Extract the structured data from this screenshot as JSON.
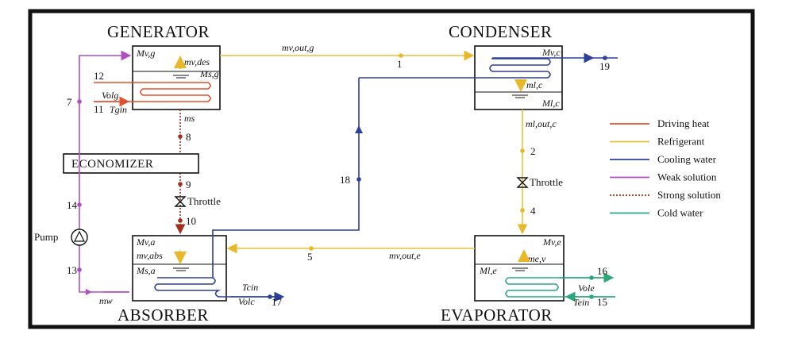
{
  "titles": {
    "generator": "GENERATOR",
    "condenser": "CONDENSER",
    "absorber": "ABSORBER",
    "evaporator": "EVAPORATOR",
    "economizer": "ECONOMIZER"
  },
  "components": {
    "pump": "Pump",
    "throttle": "Throttle"
  },
  "state_points": [
    "1",
    "2",
    "4",
    "5",
    "7",
    "8",
    "9",
    "10",
    "11",
    "12",
    "13",
    "14",
    "15",
    "16",
    "17",
    "18",
    "19"
  ],
  "symbols": {
    "mv_g": "Mv,g",
    "mv_des": "mv,des",
    "ms_g": "Ms,g",
    "vol_g": "Volg",
    "t_gin": "Tgin",
    "ms": "ms",
    "mv_out_g": "mv,out,g",
    "mv_c": "Mv,c",
    "ml_c": "ml,c",
    "Ml_c": "Ml,c",
    "ml_out_c": "ml,out,c",
    "mv_a": "Mv,a",
    "mv_abs": "mv,abs",
    "ms_a": "Ms,a",
    "mw": "mw",
    "t_cin": "Tcin",
    "vol_c": "Volc",
    "mv_out_e": "mv,out,e",
    "mv_e": "Mv,e",
    "me_v": "me,v",
    "ml_e": "Ml,e",
    "vol_e": "Vole",
    "t_ein": "Tein"
  },
  "legend": [
    {
      "label": "Driving heat",
      "color": "#e0502a",
      "dashed": false
    },
    {
      "label": "Refrigerant",
      "color": "#e8c13a",
      "dashed": false
    },
    {
      "label": "Cooling water",
      "color": "#2c3f9a",
      "dashed": false
    },
    {
      "label": "Weak solution",
      "color": "#b04fc2",
      "dashed": false
    },
    {
      "label": "Strong solution",
      "color": "#a0311f",
      "dashed": true
    },
    {
      "label": "Cold water",
      "color": "#2aa87a",
      "dashed": false
    }
  ]
}
